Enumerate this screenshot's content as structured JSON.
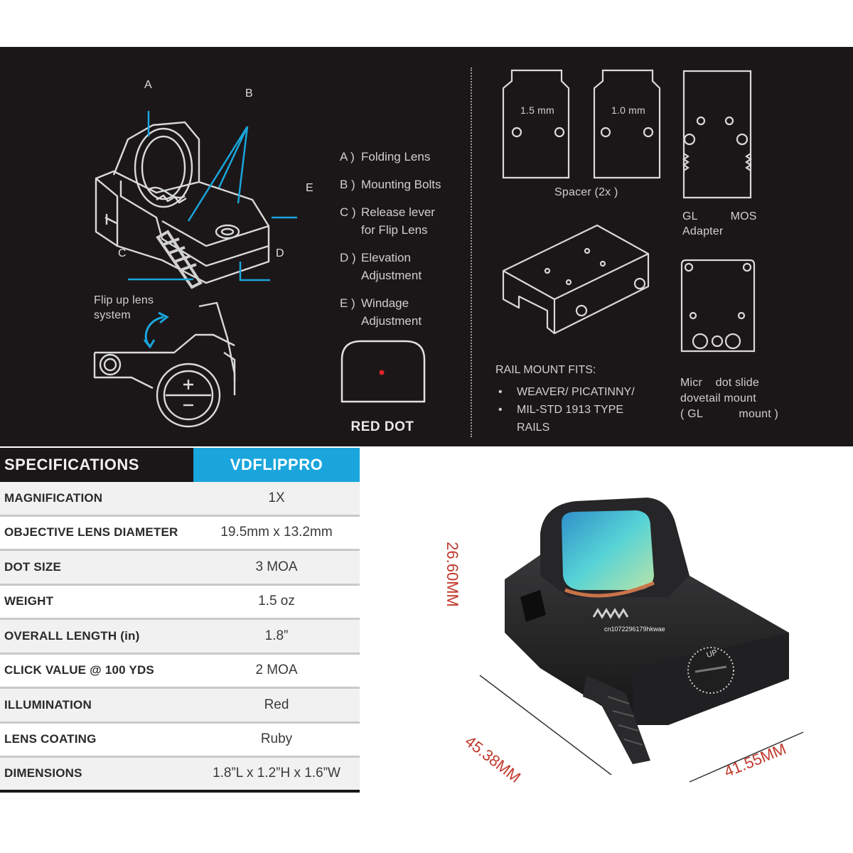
{
  "diagram": {
    "callouts": {
      "a": "A",
      "b": "B",
      "c": "C",
      "d": "D",
      "e": "E"
    },
    "flip_label": "Flip up lens\nsystem",
    "parts": [
      {
        "key": "A )",
        "label": "Folding Lens"
      },
      {
        "key": "B )",
        "label": "Mounting Bolts"
      },
      {
        "key": "C )",
        "label": "Release lever\nfor Flip Lens"
      },
      {
        "key": "D )",
        "label": "Elevation\nAdjustment"
      },
      {
        "key": "E )",
        "label": "Windage\nAdjustment"
      }
    ],
    "red_dot_label": "RED DOT",
    "spacer_a": "1.5 mm",
    "spacer_b": "1.0 mm",
    "spacer_caption": "Spacer (2x )",
    "adapter_caption": "GL          MOS\nAdapter",
    "rail_title": "RAIL MOUNT FITS:",
    "rail_items": [
      "WEAVER/ PICATINNY/",
      "MIL-STD 1913 TYPE\nRAILS"
    ],
    "micro_caption": "Micr    dot slide\ndovetail mount\n( GL           mount )"
  },
  "specs": {
    "header_label": "SPECIFICATIONS",
    "model": "VDFLIPPRO",
    "rows": [
      {
        "k": "MAGNIFICATION",
        "v": "1X"
      },
      {
        "k": "OBJECTIVE LENS DIAMETER",
        "v": "19.5mm x  13.2mm"
      },
      {
        "k": "DOT SIZE",
        "v": "3 MOA"
      },
      {
        "k": "WEIGHT",
        "v": "1.5 oz"
      },
      {
        "k": "OVERALL LENGTH (in)",
        "v": "1.8”"
      },
      {
        "k": "CLICK VALUE @ 100 YDS",
        "v": "2 MOA"
      },
      {
        "k": "ILLUMINATION",
        "v": "Red"
      },
      {
        "k": "LENS COATING",
        "v": "Ruby"
      },
      {
        "k": "DIMENSIONS",
        "v": "1.8”L x 1.2”H x 1.6”W"
      }
    ]
  },
  "photo": {
    "height": "26.60MM",
    "length": "45.38MM",
    "width": "41.55MM",
    "watermark": "cn1072296179hkwae",
    "dial_mark": "UP"
  },
  "colors": {
    "panel": "#1b1718",
    "accent": "#1aa5dc",
    "dimension": "#c0392b"
  }
}
